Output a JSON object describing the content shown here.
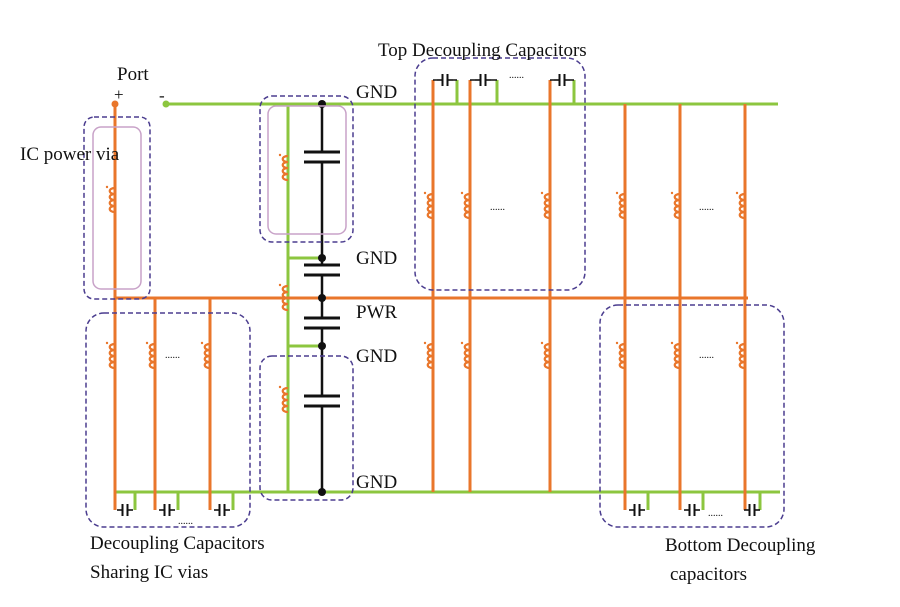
{
  "labels": {
    "top_decoupling": "Top Decoupling Capacitors",
    "port": "Port",
    "port_plus": "+",
    "port_minus": "-",
    "ic_power_via": "IC power via",
    "gnd_top": "GND",
    "gnd_mid": "GND",
    "pwr": "PWR",
    "gnd_lower": "GND",
    "gnd_bottom": "GND",
    "decoupling_sharing_line1": "Decoupling Capacitors",
    "decoupling_sharing_line2": "Sharing IC vias",
    "bottom_decoupling_line1": "Bottom Decoupling",
    "bottom_decoupling_line2": "capacitors",
    "ellipsis": "......"
  },
  "colors": {
    "ground_plane": "#8cc63f",
    "via": "#e9762b",
    "capacitor_stack": "#111111",
    "group_outline": "#4b3d8f",
    "inner_outline": "#c8a2c8",
    "text": "#111111"
  },
  "icons": {
    "capacitor": "capacitor-symbol",
    "inductor": "inductor-coil-symbol"
  }
}
